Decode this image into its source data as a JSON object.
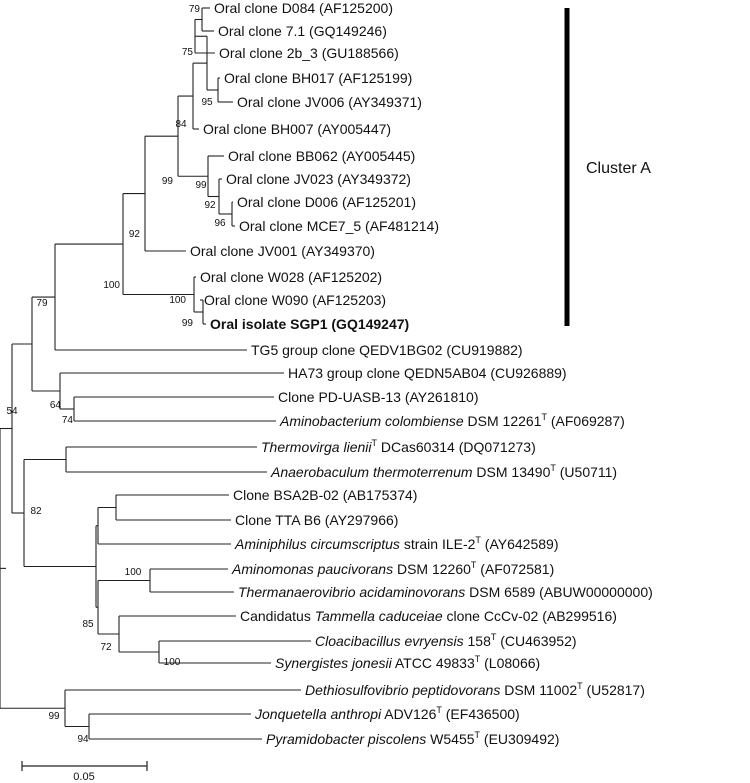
{
  "cluster": {
    "label": "Cluster A"
  },
  "scale_bar": {
    "label": "0.05"
  },
  "taxa": [
    {
      "id": "t1",
      "parts": [
        {
          "t": "Oral clone D084 (AF125200)"
        }
      ]
    },
    {
      "id": "t2",
      "parts": [
        {
          "t": "Oral clone 7.1 (GQ149246)"
        }
      ]
    },
    {
      "id": "t3",
      "parts": [
        {
          "t": "Oral clone 2b_3 (GU188566)"
        }
      ]
    },
    {
      "id": "t4",
      "parts": [
        {
          "t": "Oral clone BH017 (AF125199)"
        }
      ]
    },
    {
      "id": "t5",
      "parts": [
        {
          "t": "Oral clone JV006 (AY349371)"
        }
      ]
    },
    {
      "id": "t6",
      "parts": [
        {
          "t": "Oral clone BH007 (AY005447)"
        }
      ]
    },
    {
      "id": "t7",
      "parts": [
        {
          "t": "Oral clone BB062 (AY005445)"
        }
      ]
    },
    {
      "id": "t8",
      "parts": [
        {
          "t": "Oral clone JV023 (AY349372)"
        }
      ]
    },
    {
      "id": "t9",
      "parts": [
        {
          "t": "Oral clone D006 (AF125201)"
        }
      ]
    },
    {
      "id": "t10",
      "parts": [
        {
          "t": "Oral clone MCE7_5 (AF481214)"
        }
      ]
    },
    {
      "id": "t11",
      "parts": [
        {
          "t": "Oral clone JV001 (AY349370)"
        }
      ]
    },
    {
      "id": "t12",
      "parts": [
        {
          "t": "Oral clone W028 (AF125202)"
        }
      ]
    },
    {
      "id": "t13",
      "parts": [
        {
          "t": "Oral clone W090 (AF125203)"
        }
      ]
    },
    {
      "id": "t14",
      "parts": [
        {
          "t": "Oral isolate SGP1 (GQ149247)",
          "b": true
        }
      ]
    },
    {
      "id": "t15",
      "parts": [
        {
          "t": "TG5 group clone QEDV1BG02 (CU919882)"
        }
      ]
    },
    {
      "id": "t16",
      "parts": [
        {
          "t": "HA73 group clone QEDN5AB04 (CU926889)"
        }
      ]
    },
    {
      "id": "t17",
      "parts": [
        {
          "t": "Clone PD-UASB-13 (AY261810)"
        }
      ]
    },
    {
      "id": "t18",
      "parts": [
        {
          "t": "Aminobacterium colombiense",
          "i": true
        },
        {
          "t": " DSM 12261"
        },
        {
          "t": "T",
          "sup": true
        },
        {
          "t": " (AF069287)"
        }
      ]
    },
    {
      "id": "t19",
      "parts": [
        {
          "t": "Thermovirga lienii",
          "i": true
        },
        {
          "t": "T",
          "sup": true
        },
        {
          "t": " DCas60314 (DQ071273)"
        }
      ]
    },
    {
      "id": "t20",
      "parts": [
        {
          "t": "Anaerobaculum thermoterrenum",
          "i": true
        },
        {
          "t": " DSM 13490"
        },
        {
          "t": "T",
          "sup": true
        },
        {
          "t": " (U50711)"
        }
      ]
    },
    {
      "id": "t21",
      "parts": [
        {
          "t": "Clone BSA2B-02 (AB175374)"
        }
      ]
    },
    {
      "id": "t22",
      "parts": [
        {
          "t": "Clone TTA B6 (AY297966)"
        }
      ]
    },
    {
      "id": "t23",
      "parts": [
        {
          "t": "Aminiphilus circumscriptus",
          "i": true
        },
        {
          "t": " strain ILE-2"
        },
        {
          "t": "T",
          "sup": true
        },
        {
          "t": " (AY642589)"
        }
      ]
    },
    {
      "id": "t24",
      "parts": [
        {
          "t": "Aminomonas paucivorans",
          "i": true
        },
        {
          "t": " DSM 12260"
        },
        {
          "t": "T",
          "sup": true
        },
        {
          "t": " (AF072581)"
        }
      ]
    },
    {
      "id": "t25",
      "parts": [
        {
          "t": "Thermanaerovibrio acidaminovorans",
          "i": true
        },
        {
          "t": " DSM 6589 (ABUW00000000)"
        }
      ]
    },
    {
      "id": "t26",
      "parts": [
        {
          "t": "Candidatus "
        },
        {
          "t": "Tammella caduceiae",
          "i": true
        },
        {
          "t": " clone CcCv-02 (AB299516)"
        }
      ]
    },
    {
      "id": "t27",
      "parts": [
        {
          "t": "Cloacibacillus evryensis",
          "i": true
        },
        {
          "t": " 158"
        },
        {
          "t": "T",
          "sup": true
        },
        {
          "t": " (CU463952)"
        }
      ]
    },
    {
      "id": "t28",
      "parts": [
        {
          "t": "Synergistes jonesii",
          "i": true
        },
        {
          "t": " ATCC 49833"
        },
        {
          "t": "T",
          "sup": true
        },
        {
          "t": " (L08066)"
        }
      ]
    },
    {
      "id": "t29",
      "parts": [
        {
          "t": "Dethiosulfovibrio peptidovorans",
          "i": true
        },
        {
          "t": " DSM 11002"
        },
        {
          "t": "T",
          "sup": true
        },
        {
          "t": " (U52817)"
        }
      ]
    },
    {
      "id": "t30",
      "parts": [
        {
          "t": "Jonquetella anthropi",
          "i": true
        },
        {
          "t": " ADV126"
        },
        {
          "t": "T",
          "sup": true
        },
        {
          "t": " (EF436500)"
        }
      ]
    },
    {
      "id": "t31",
      "parts": [
        {
          "t": "Pyramidobacter piscolens",
          "i": true
        },
        {
          "t": " W5455"
        },
        {
          "t": "T",
          "sup": true
        },
        {
          "t": " (EU309492)"
        }
      ]
    }
  ],
  "bootstrap": [
    {
      "node": "n_d084_71",
      "value": "79"
    },
    {
      "node": "n_75",
      "value": "75"
    },
    {
      "node": "n_95",
      "value": "95"
    },
    {
      "node": "n_84",
      "value": "84"
    },
    {
      "node": "n_99b",
      "value": "99"
    },
    {
      "node": "n_92a",
      "value": "92"
    },
    {
      "node": "n_96",
      "value": "96"
    },
    {
      "node": "n_99a",
      "value": "99"
    },
    {
      "node": "n_92b",
      "value": "92"
    },
    {
      "node": "n_100a",
      "value": "100"
    },
    {
      "node": "n_99c",
      "value": "99"
    },
    {
      "node": "n_100b",
      "value": "100"
    },
    {
      "node": "n_79",
      "value": "79"
    },
    {
      "node": "n_64",
      "value": "64"
    },
    {
      "node": "n_74",
      "value": "74"
    },
    {
      "node": "n_54",
      "value": "54"
    },
    {
      "node": "n_82",
      "value": "82"
    },
    {
      "node": "n_100c",
      "value": "100"
    },
    {
      "node": "n_85",
      "value": "85"
    },
    {
      "node": "n_72",
      "value": "72"
    },
    {
      "node": "n_100d",
      "value": "100"
    },
    {
      "node": "n_99d",
      "value": "99"
    },
    {
      "node": "n_94",
      "value": "94"
    }
  ]
}
